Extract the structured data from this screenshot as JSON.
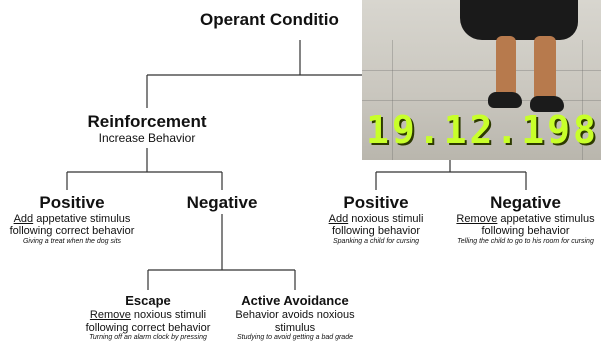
{
  "diagram": {
    "title": "Operant Conditio",
    "reinforcement": {
      "heading": "Reinforcement",
      "subheading": "Increase Behavior",
      "positive": {
        "heading": "Positive",
        "line1_underlined": "Add",
        "line1_rest": " appetative stimulus",
        "line2": "following correct behavior",
        "example": "Giving a treat when the dog sits"
      },
      "negative": {
        "heading": "Negative",
        "escape": {
          "heading": "Escape",
          "line1_underlined": "Remove",
          "line1_rest": " noxious stimuli",
          "line2": "following correct behavior",
          "example": "Turning off an alarm clock by pressing"
        },
        "active_avoidance": {
          "heading": "Active Avoidance",
          "line1": "Behavior avoids noxious",
          "line2": "stimulus",
          "example": "Studying to avoid getting a bad grade"
        }
      }
    },
    "punishment": {
      "positive": {
        "heading": "Positive",
        "line1_underlined": "Add",
        "line1_rest": " noxious stimuli",
        "line2": "following behavior",
        "example": "Spanking a child for cursing"
      },
      "negative": {
        "heading": "Negative",
        "line1_underlined": "Remove",
        "line1_rest": " appetative stimulus",
        "line2": "following behavior",
        "example": "Telling the child to go to his room for cursing"
      }
    }
  },
  "photo": {
    "timestamp": "19.12.198"
  },
  "colors": {
    "line": "#333333",
    "timestamp": "#c8ff2a"
  }
}
